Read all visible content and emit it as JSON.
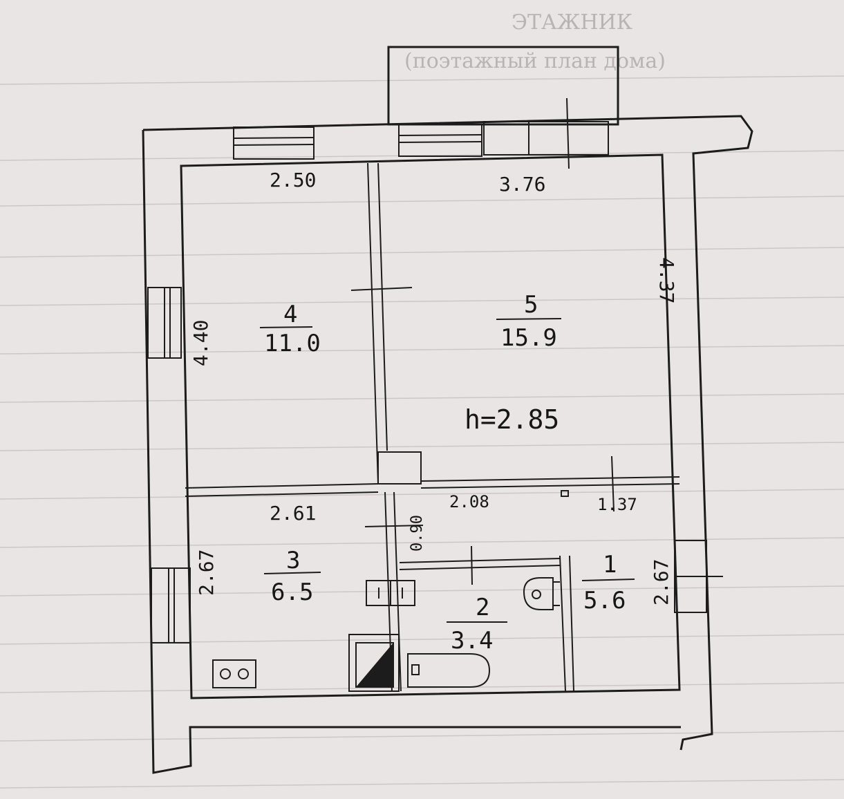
{
  "header_faded": {
    "line1": "ЭТАЖНИК",
    "line2": "(поэтажный план дома)"
  },
  "ceiling_height": "h=2.85",
  "rooms": [
    {
      "number": "4",
      "area": "11.0"
    },
    {
      "number": "5",
      "area": "15.9"
    },
    {
      "number": "3",
      "area": "6.5"
    },
    {
      "number": "2",
      "area": "3.4"
    },
    {
      "number": "1",
      "area": "5.6"
    }
  ],
  "dimensions": {
    "room4_width": "2.50",
    "room5_width": "3.76",
    "room4_height": "4.40",
    "room5_height": "4.37",
    "room3_width": "2.61",
    "door_width": "0.90",
    "corridor_width": "2.08",
    "corridor_right": "1.37",
    "room3_height": "2.67",
    "room1_height": "2.67"
  },
  "colors": {
    "ink": "#1c1c1c",
    "paper": "#e9e5e5",
    "rule": "#cdc6c8"
  }
}
